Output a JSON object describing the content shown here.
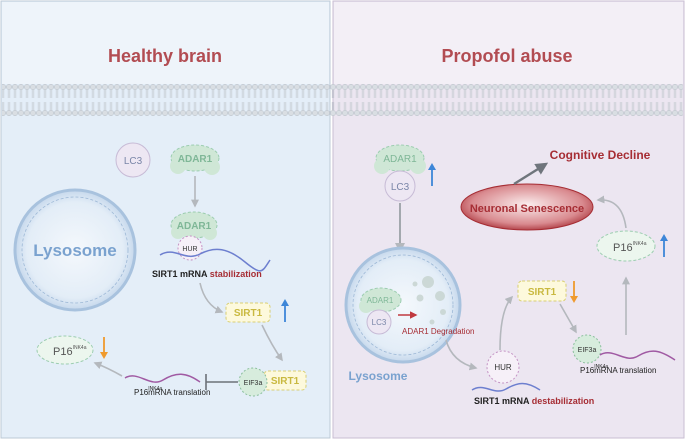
{
  "panels": {
    "left_title": "Healthy brain",
    "right_title": "Propofol abuse"
  },
  "left": {
    "lc3": "LC3",
    "adar1_top": "ADAR1",
    "adar1_bound": "ADAR1",
    "hur": "HUR",
    "lysosome": "Lysosome",
    "sirt1_caption_main": "SIRT1 mRNA",
    "sirt1_caption_state": "stabilization",
    "sirt1": "SIRT1",
    "p16": "P16",
    "p16_sup": "INK4a",
    "eif3a": "EIF3a",
    "sirt1_bound": "SIRT1",
    "translation_p16": "P16",
    "translation_sup": "INK4a",
    "translation_text": "mRNA  translation"
  },
  "right": {
    "adar1": "ADAR1",
    "lc3": "LC3",
    "cognitive": "Cognitive Decline",
    "senescence": "Neuronal Senescence",
    "p16": "P16",
    "p16_sup": "INK4a",
    "lys_adar1": "ADAR1",
    "lys_lc3": "LC3",
    "degradation": "ADAR1 Degradation",
    "lysosome": "Lysosome",
    "sirt1": "SIRT1",
    "hur": "HUR",
    "sirt1_caption_main": "SIRT1 mRNA",
    "sirt1_caption_state": "destabilization",
    "eif3a": "EIF3a",
    "translation_p16": "P16",
    "translation_sup": "INK4a",
    "translation_text": "mRNA  translation"
  },
  "colors": {
    "left_bg": "#e4eef8",
    "right_bg": "#ece6f1",
    "title": "#b24c52",
    "membrane": "#c4cdd5",
    "green": "#cfe7d6",
    "green_stroke": "#9ccdb0",
    "green_text": "#7fb797",
    "purple": "#e9e2ef",
    "purple_stroke": "#b9a7cb",
    "yellow": "#fdf9dc",
    "yellow_stroke": "#d9cf74",
    "red": "#a62d34",
    "up_arrow": "#3d86d8",
    "down_arrow": "#ef9a2e",
    "arrow": "#b4b8bd",
    "mrna": "#6d7fcf"
  }
}
